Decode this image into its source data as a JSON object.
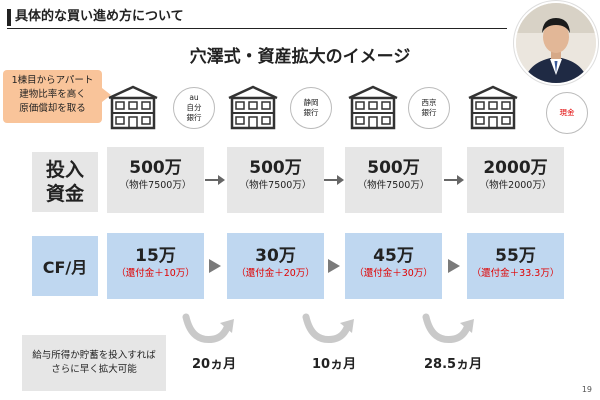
{
  "header": {
    "title": "具体的な買い進め方について"
  },
  "slide_title": "穴澤式・資産拡大のイメージ",
  "callout": {
    "lines": [
      "1棟目からアパート",
      "建物比率を高く",
      "原価償却を取る"
    ]
  },
  "banks": [
    {
      "lines": [
        "au",
        "自分",
        "銀行"
      ]
    },
    {
      "lines": [
        "静岡",
        "銀行"
      ]
    },
    {
      "lines": [
        "西京",
        "銀行"
      ]
    },
    {
      "lines": [
        "現金"
      ]
    }
  ],
  "colors": {
    "invest_box": "#e6e6e6",
    "cf_box": "#bfd7f0",
    "callout": "#f9c49a",
    "highlight": "#e00000"
  },
  "rows": {
    "invest_label": [
      "投入",
      "資金"
    ],
    "cf_label": "CF/月"
  },
  "invest": [
    {
      "amount": "500万",
      "note": "（物件7500万）"
    },
    {
      "amount": "500万",
      "note": "（物件7500万）"
    },
    {
      "amount": "500万",
      "note": "（物件7500万）"
    },
    {
      "amount": "2000万",
      "note": "（物件2000万）"
    }
  ],
  "cashflow": [
    {
      "amount": "15万",
      "note": "（還付金＋10万）"
    },
    {
      "amount": "30万",
      "note": "（還付金＋20万）"
    },
    {
      "amount": "45万",
      "note": "（還付金＋30万）"
    },
    {
      "amount": "55万",
      "note": "（還付金＋33.3万）"
    }
  ],
  "periods": [
    "20ヵ月",
    "10ヵ月",
    "28.5ヵ月"
  ],
  "note": {
    "lines": [
      "給与所得か貯蓄を投入すれば",
      "さらに早く拡大可能"
    ]
  },
  "page_number": "19"
}
